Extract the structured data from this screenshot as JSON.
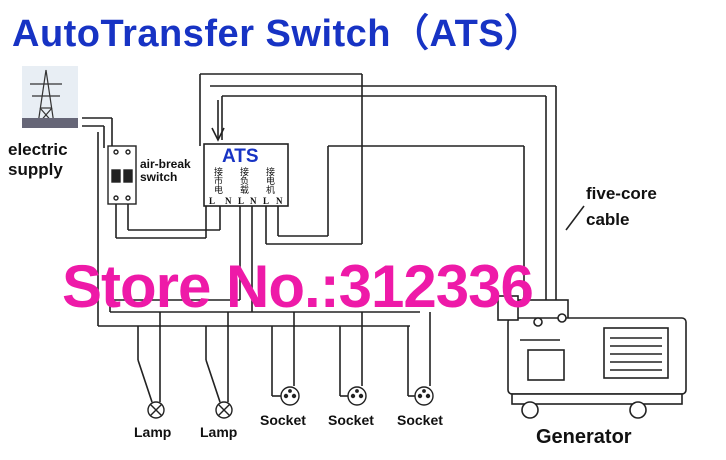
{
  "title": "AutoTransfer Switch（ATS）",
  "supply": {
    "line1": "electric",
    "line2": "supply"
  },
  "breaker": {
    "line1": "air-break",
    "line2": "switch"
  },
  "ats": {
    "label": "ATS",
    "terminals": [
      "L",
      "N",
      "L",
      "N",
      "L",
      "N"
    ],
    "col1": "接市电",
    "col2": "接负载",
    "col3": "接电机"
  },
  "cable": {
    "line1": "five-core",
    "line2": "cable"
  },
  "watermark": "Store No.:312336",
  "loads": [
    {
      "label": "Lamp",
      "icon": "lamp-icon"
    },
    {
      "label": "Lamp",
      "icon": "lamp-icon"
    },
    {
      "label": "Socket",
      "icon": "socket-icon"
    },
    {
      "label": "Socket",
      "icon": "socket-icon"
    },
    {
      "label": "Socket",
      "icon": "socket-icon"
    }
  ],
  "generator": {
    "label": "Generator"
  },
  "colors": {
    "title": "#1733c4",
    "watermark": "#ee1aa8",
    "line": "#222222"
  }
}
